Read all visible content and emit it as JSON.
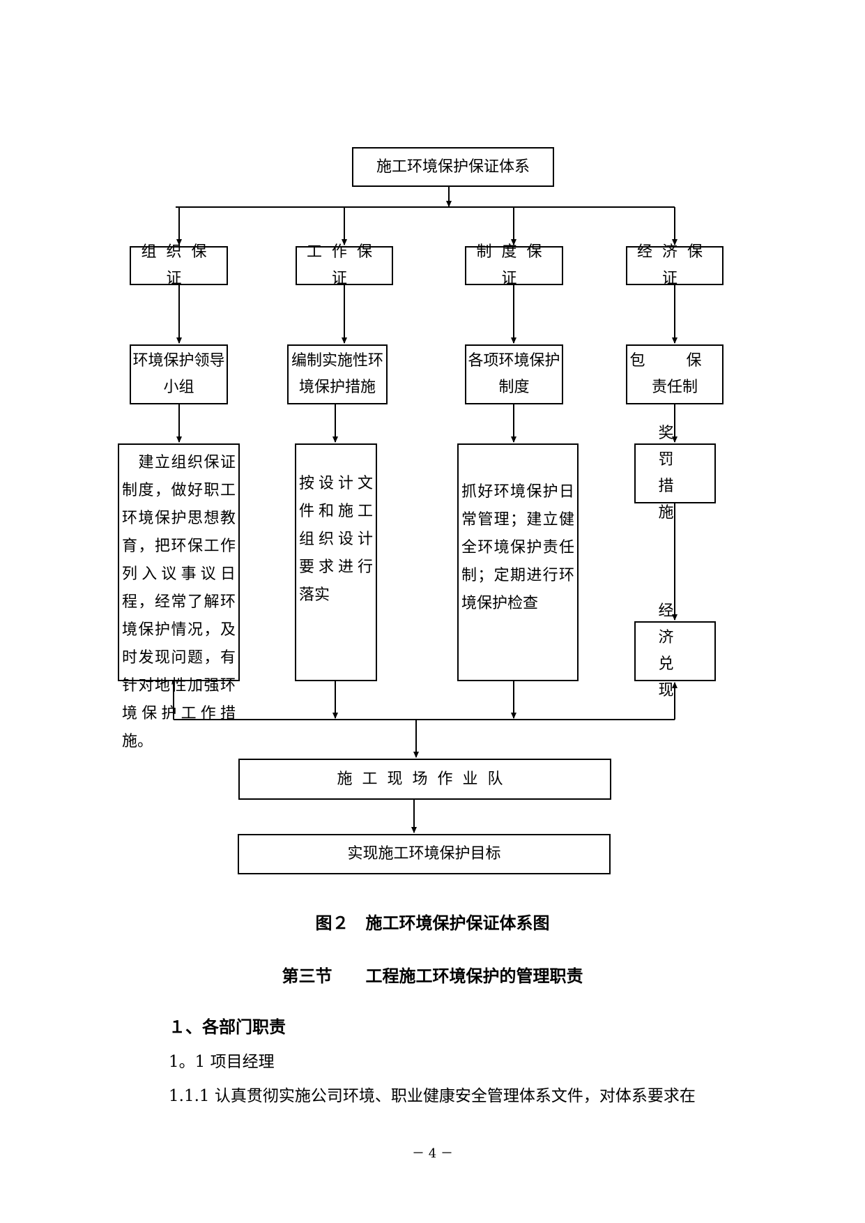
{
  "diagram": {
    "root": "施工环境保护保证体系",
    "categories": [
      "组织保证",
      "工作保证",
      "制度保证",
      "经济保证"
    ],
    "level2": [
      [
        "环境保护领导",
        "小组"
      ],
      [
        "编制实施性环",
        "境保护措施"
      ],
      [
        "各项环境保护",
        "制度"
      ],
      [
        "包 保",
        "责任制"
      ]
    ],
    "level3": [
      "　建立组织保证制度，做好职工环境保护思想教育，把环保工作列入议事议日程，经常了解环境保护情况，及时发现问题，有针对地性加强环境保护工作措施。",
      "按设计文件和施工组织设计要求进行落实",
      "抓好环境保护日常管理；建立健全环境保护责任制；定期进行环境保护检查"
    ],
    "reward": [
      "奖 罚",
      "措 施"
    ],
    "economic": [
      "经 济",
      "兑 现"
    ],
    "team": "施工现场作业队",
    "goal": "实现施工环境保护目标"
  },
  "caption": "图２　施工环境保护保证体系图",
  "section_heading": "第三节　　工程施工环境保护的管理职责",
  "body": {
    "h1": "１、各部门职责",
    "h2": "1。1 项目经理",
    "p1": "1.1.1 认真贯彻实施公司环境、职业健康安全管理体系文件，对体系要求在"
  },
  "page_number": "－ 4 －"
}
